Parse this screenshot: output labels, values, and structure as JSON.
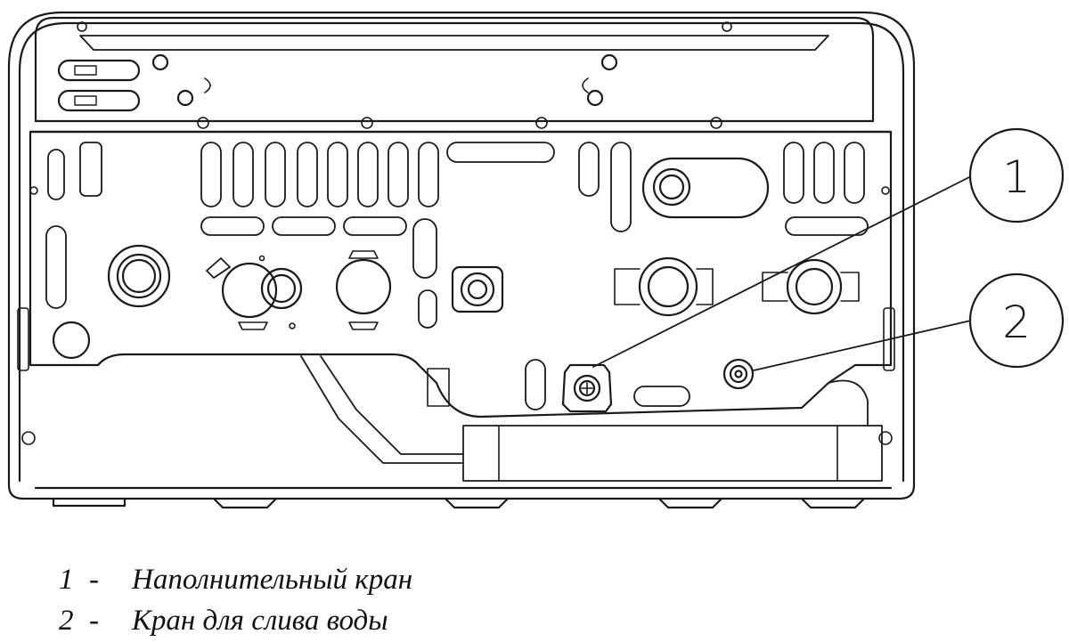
{
  "callouts": [
    {
      "number": "1",
      "label": "Наполнительный кран"
    },
    {
      "number": "2",
      "label": "Кран для слива воды"
    }
  ],
  "legend_separator": "-"
}
